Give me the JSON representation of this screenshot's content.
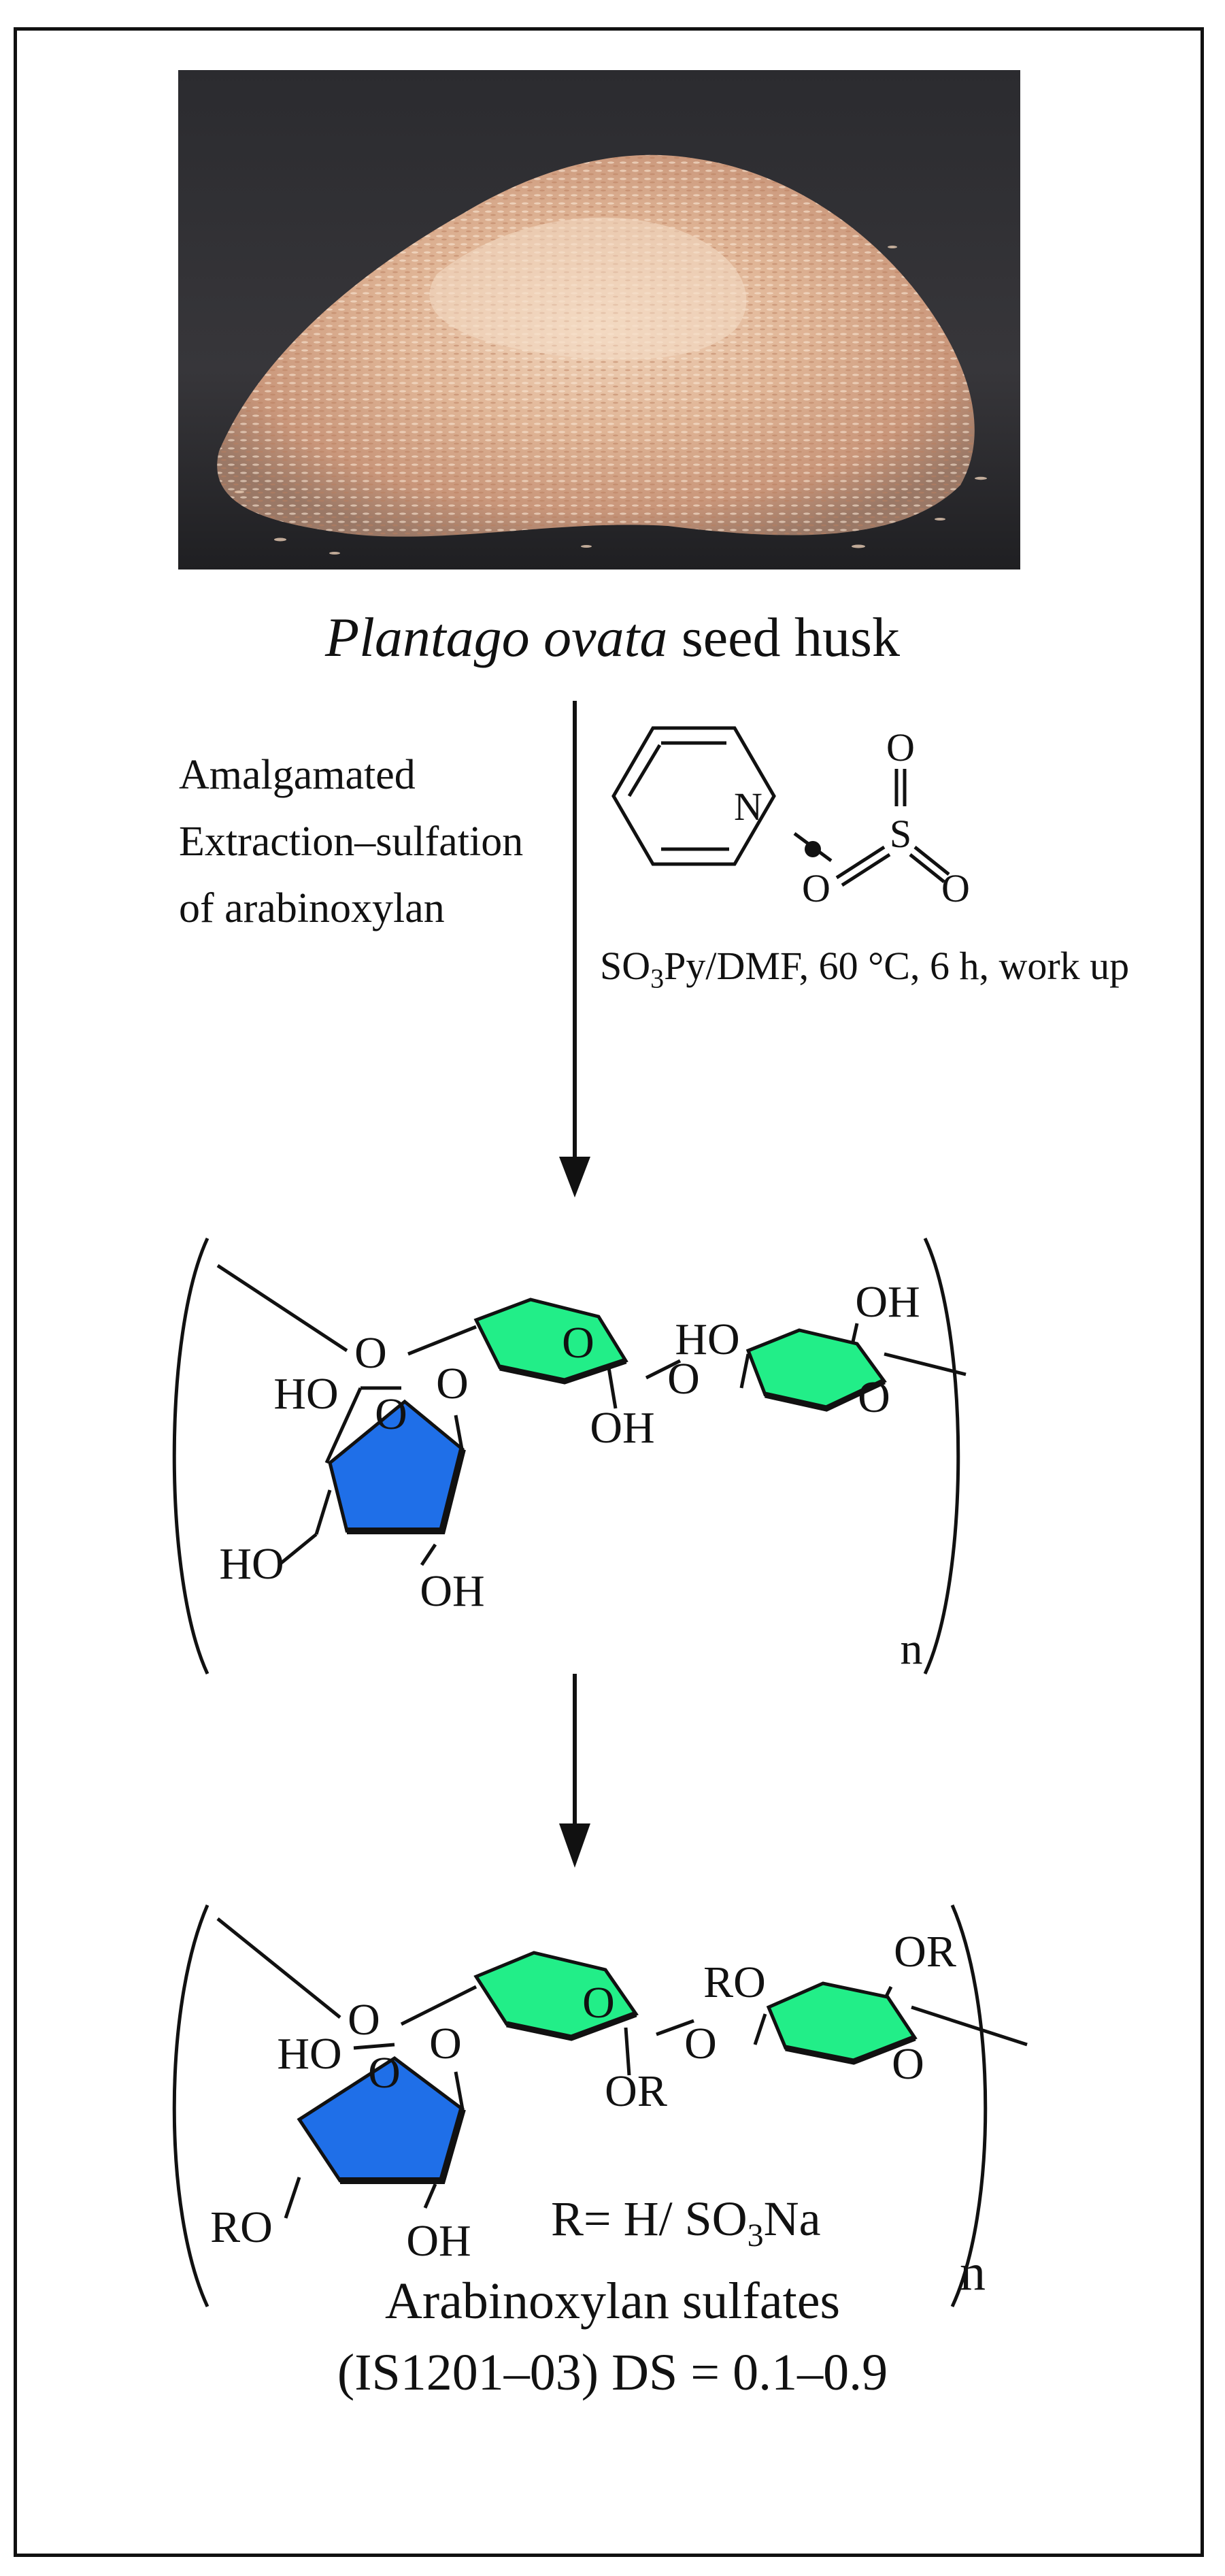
{
  "photo": {
    "caption_species": "Plantago ovata",
    "caption_rest": " seed husk"
  },
  "step": {
    "label": "Amalgamated Extraction–sulfation of arabinoxylan",
    "reagent_atoms": {
      "n": "N",
      "s": "S",
      "o": "O"
    },
    "conditions_prefix": "SO",
    "conditions_sub": "3",
    "conditions_rest": "Py/DMF, 60 °C, 6 h, work up"
  },
  "structure1": {
    "labels": [
      "O",
      "O",
      "HO",
      "O",
      "O",
      "O",
      "HO",
      "OH",
      "OH",
      "O",
      "HO",
      "OH"
    ],
    "repeat": "n"
  },
  "structure2": {
    "labels": [
      "O",
      "O",
      "HO",
      "O",
      "O",
      "O",
      "RO",
      "OR",
      "OR",
      "O",
      "RO",
      "OH"
    ],
    "r_def_prefix": "R= H/ SO",
    "r_def_sub": "3",
    "r_def_suffix": "Na",
    "repeat": "n"
  },
  "final": {
    "line1": "Arabinoxylan sulfates",
    "line2": "(IS1201–03) DS = 0.1–0.9"
  },
  "colors": {
    "xylose_ring": "#22ee88",
    "arabinose_ring": "#1f6fe8",
    "frame": "#111111"
  }
}
